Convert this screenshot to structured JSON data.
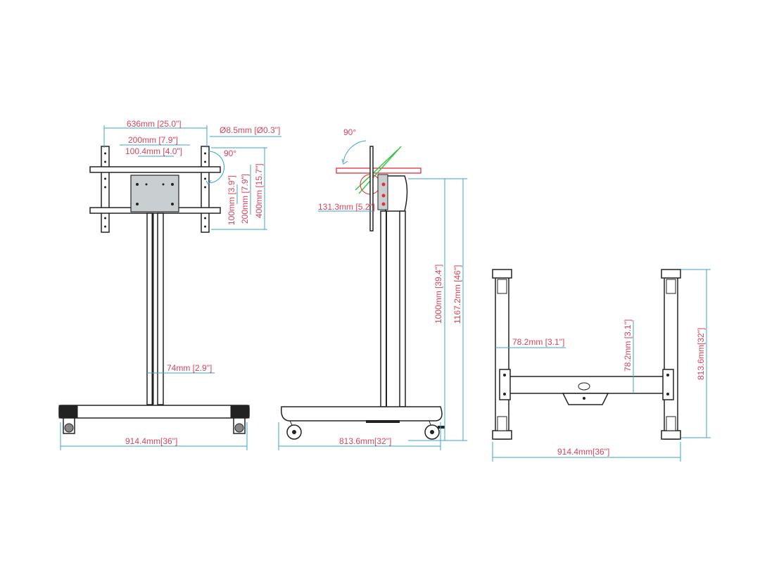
{
  "front_view": {
    "width_top": "636mm [25.0\"]",
    "hole_diameter": "Ø8.5mm [Ø0.3\"]",
    "vesa_h_200": "200mm [7.9\"]",
    "vesa_h_100": "100.4mm [4.0\"]",
    "tilt_angle": "90°",
    "vesa_v_100": "100mm [3.9\"]",
    "vesa_v_200": "200mm [7.9\"]",
    "vesa_v_400": "400mm [15.7\"]",
    "column_width": "74mm [2.9\"]",
    "base_width": "914.4mm[36\"]"
  },
  "side_view": {
    "rotate_angle": "90°",
    "offset": "131.3mm [5.2\"]",
    "height_1000": "1000mm [39.4\"]",
    "height_1167": "1167.2mm [46\"]",
    "base_depth": "813.6mm[32\"]"
  },
  "top_view": {
    "arm_offset_x": "78.2mm [3.1\"]",
    "arm_offset_y": "78.2mm [3.1\"]",
    "depth": "813.6mm[32\"]",
    "width": "914.4mm[36\"]"
  },
  "colors": {
    "dimension_text": "#d5455c",
    "dimension_line": "#3aa6c8",
    "tilt_red": "#e0303a",
    "tilt_green": "#3cc24a",
    "outline": "#222222"
  }
}
